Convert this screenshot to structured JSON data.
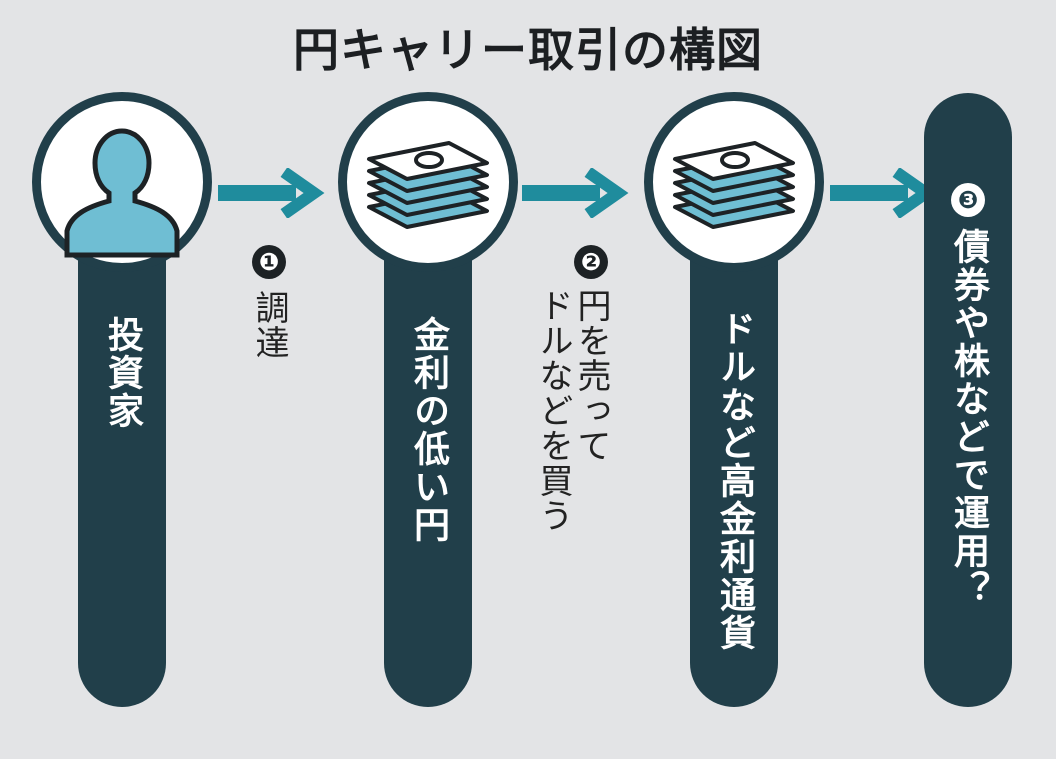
{
  "title": "円キャリー取引の構図",
  "steps": [
    {
      "number": "❶",
      "label": "調達"
    },
    {
      "number": "❷",
      "label_line1": "円を売って",
      "label_line2": "ドルなどを買う"
    },
    {
      "number": "❸",
      "label": "債券や株などで運用？"
    }
  ],
  "nodes": [
    {
      "label": "投資家",
      "icon": "person-icon"
    },
    {
      "label": "金利の低い円",
      "icon": "money-stack-icon"
    },
    {
      "label": "ドルなど高金利通貨",
      "icon": "money-stack-icon"
    }
  ],
  "colors": {
    "pill": "#213f4a",
    "arrow": "#1f8c9d",
    "icon_fill": "#6fbed3",
    "background": "#e3e4e6"
  }
}
